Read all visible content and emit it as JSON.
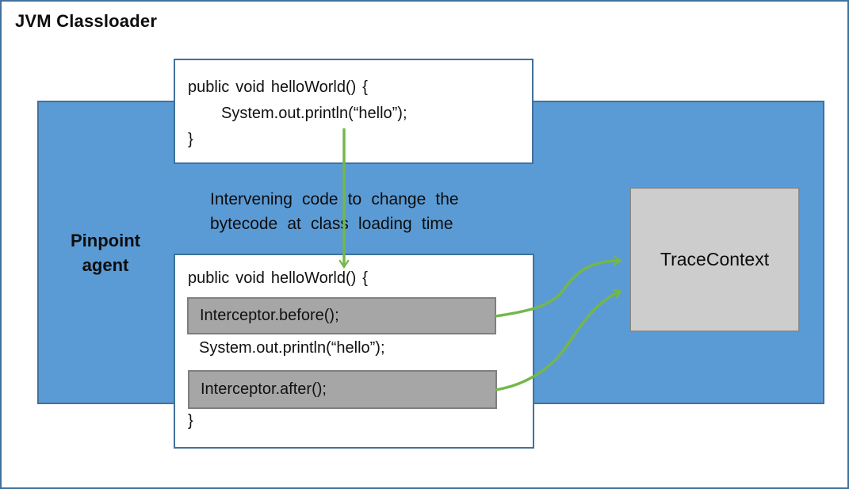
{
  "diagram": {
    "title": "JVM Classloader",
    "agent": {
      "label_line1": "Pinpoint",
      "label_line2": "agent"
    },
    "original_code_box": {
      "line1": "public void helloWorld() {",
      "line2": "System.out.println(“hello”);",
      "line3": "}"
    },
    "annotation": {
      "line1": "Intervening code to change the",
      "line2": "bytecode at class loading time"
    },
    "instrumented_code_box": {
      "line1": "public void helloWorld() {",
      "interceptor_before": "Interceptor.before();",
      "line2": "System.out.println(“hello”);",
      "interceptor_after": "Interceptor.after();",
      "line3": "}"
    },
    "trace_context": {
      "label": "TraceContext"
    },
    "arrows": [
      {
        "name": "bytecode-transform-arrow",
        "from": "original-code-box",
        "to": "instrumented-code-box"
      },
      {
        "name": "before-to-tracecontext-arrow",
        "from": "interceptor-before",
        "to": "trace-context-box"
      },
      {
        "name": "after-to-tracecontext-arrow",
        "from": "interceptor-after",
        "to": "trace-context-box"
      }
    ],
    "colors": {
      "agent_fill": "#5b9bd5",
      "box_border": "#41719c",
      "interceptor_fill": "#a6a6a6",
      "interceptor_border": "#7f7f7f",
      "trace_fill": "#cdcdcd",
      "trace_border": "#8a8a8a",
      "arrow_green": "#74b74a",
      "text": "#0d0d0d"
    }
  }
}
